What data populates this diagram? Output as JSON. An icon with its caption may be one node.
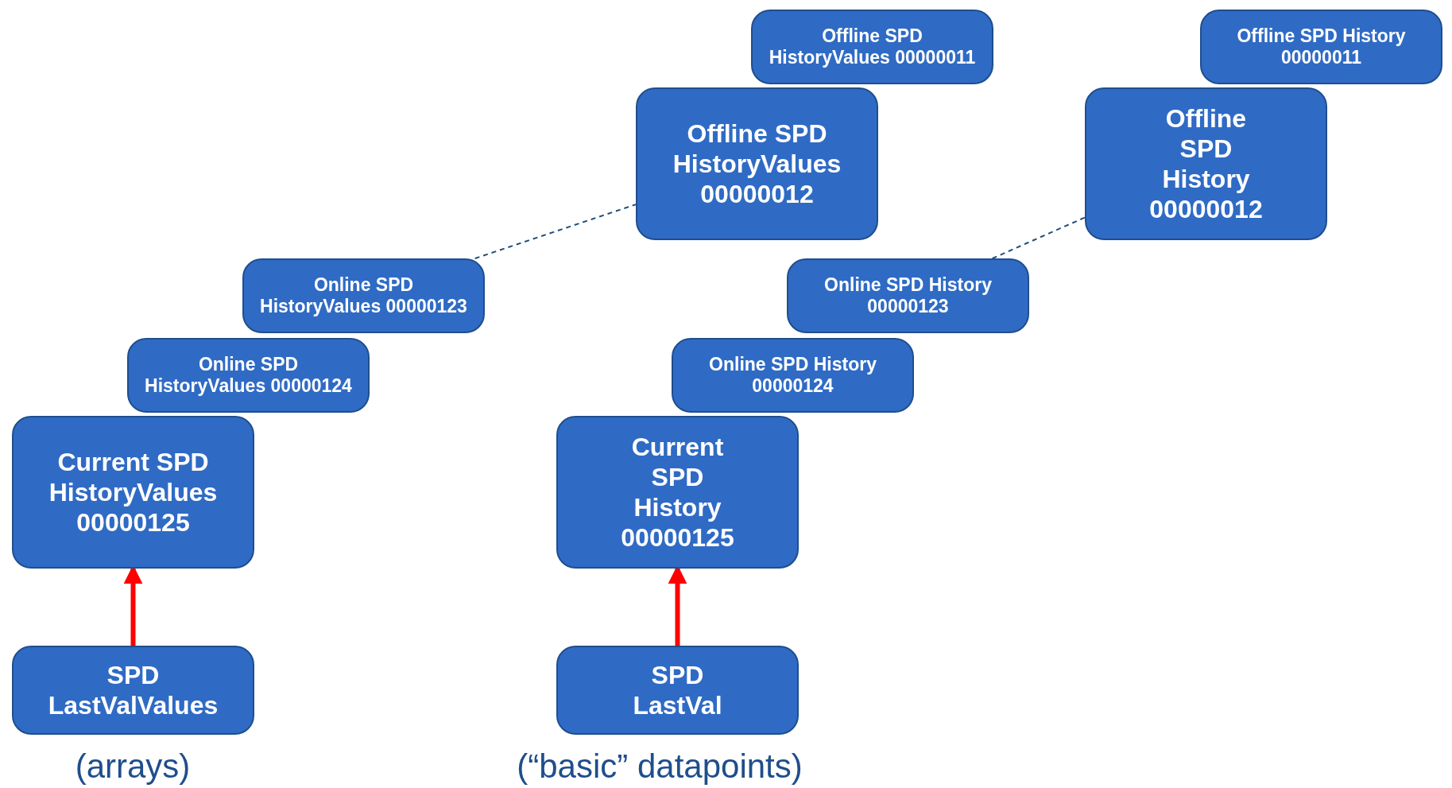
{
  "diagram": {
    "nodes": [
      {
        "text": [
          "Offline SPD HistoryValues 00000011"
        ]
      },
      {
        "text": [
          "Offline SPD HistoryValues 00000012"
        ]
      },
      {
        "text": [
          "Offline SPD History 00000011"
        ]
      },
      {
        "text": [
          "Offline SPD History 00000012"
        ]
      },
      {
        "text": [
          "Online SPD HistoryValues 00000123"
        ]
      },
      {
        "text": [
          "Online SPD HistoryValues 00000124"
        ]
      },
      {
        "text": [
          "Current SPD HistoryValues 00000125"
        ]
      },
      {
        "text": [
          "Online SPD History 00000123"
        ]
      },
      {
        "text": [
          "Online SPD History 00000124"
        ]
      },
      {
        "text": [
          "Current SPD History 00000125"
        ]
      },
      {
        "text": [
          "SPD LastValValues"
        ]
      },
      {
        "text": [
          "SPD LastVal"
        ]
      }
    ],
    "edges": [
      {
        "from": 4,
        "to": 1,
        "arrow": "none",
        "style": "dashed",
        "color": "#1f4e79"
      },
      {
        "from": 7,
        "to": 3,
        "arrow": "none",
        "style": "dashed",
        "color": "#1f4e79"
      },
      {
        "from": 10,
        "to": 6,
        "arrow": "to",
        "style": "thick",
        "color": "#ff0000"
      },
      {
        "from": 11,
        "to": 9,
        "arrow": "to",
        "style": "thick",
        "color": "#ff0000"
      }
    ],
    "labels": [
      "(arrays)",
      "(“basic” datapoints)"
    ]
  }
}
